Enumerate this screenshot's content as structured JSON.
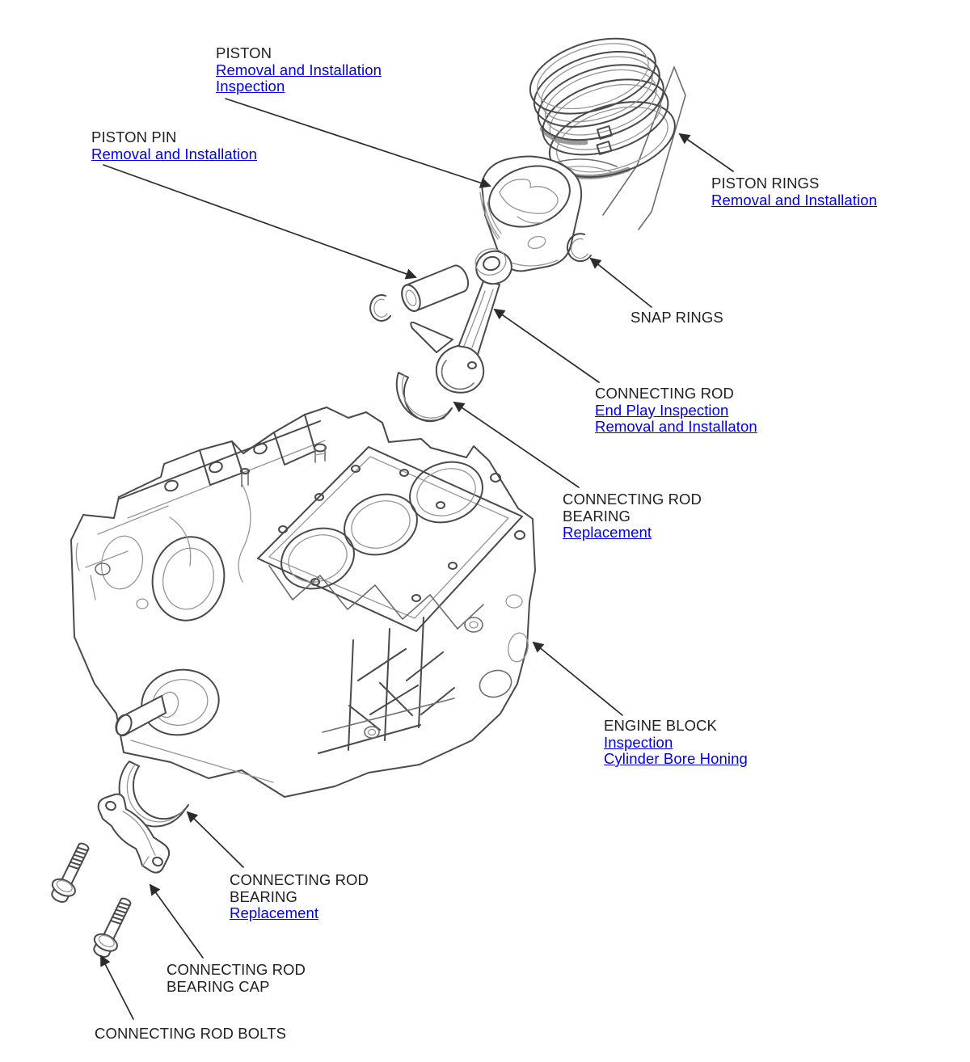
{
  "page": {
    "background": "#ffffff",
    "kind": "exploded parts diagram - engine block / piston assembly"
  },
  "palette": {
    "line_main": "#4a4a4a",
    "line_light": "#959595",
    "arrow": "#2b2b2b",
    "label_text": "#212121",
    "link": "#0000e8"
  },
  "parts_shown": [
    "piston rings",
    "piston",
    "snap rings",
    "piston pin",
    "connecting rod",
    "connecting rod bearing (upper)",
    "engine block",
    "connecting rod bearing (lower)",
    "connecting rod bearing cap",
    "connecting rod bolts"
  ],
  "labels": {
    "piston": {
      "title": "PISTON",
      "links": [
        "Removal and Installation",
        "Inspection"
      ]
    },
    "piston_pin": {
      "title": "PISTON PIN",
      "links": [
        "Removal and Installation"
      ]
    },
    "piston_rings": {
      "title": "PISTON RINGS",
      "links": [
        "Removal and Installation"
      ]
    },
    "snap_rings": {
      "title": "SNAP RINGS"
    },
    "connecting_rod": {
      "title": "CONNECTING ROD",
      "links": [
        "End Play Inspection",
        "Removal and Installaton"
      ]
    },
    "connecting_rod_bearing_upper": {
      "title": "CONNECTING ROD BEARING",
      "links": [
        "Replacement"
      ]
    },
    "engine_block": {
      "title": "ENGINE BLOCK",
      "links": [
        "Inspection",
        "Cylinder Bore Honing"
      ]
    },
    "connecting_rod_bearing_lower": {
      "title": "CONNECTING ROD BEARING",
      "links": [
        "Replacement"
      ]
    },
    "connecting_rod_bearing_cap": {
      "title": "CONNECTING ROD BEARING CAP"
    },
    "connecting_rod_bolts": {
      "title": "CONNECTING ROD BOLTS"
    }
  }
}
